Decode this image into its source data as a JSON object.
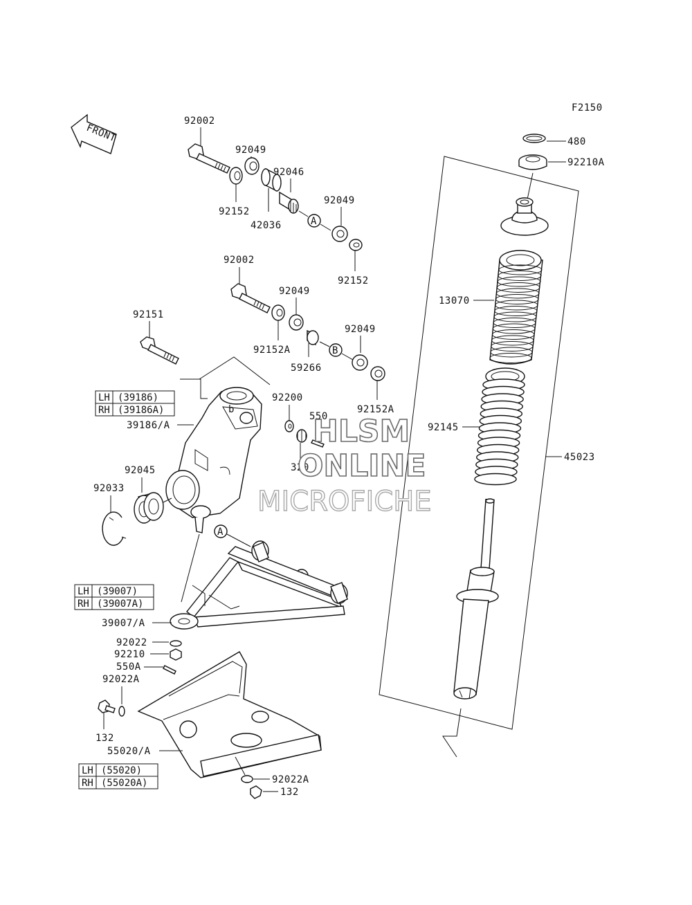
{
  "figure_code": "F2150",
  "front_arrow": "FRONT",
  "watermark": [
    "HLSM",
    "ONLINE",
    "MICROFICHE"
  ],
  "callouts": {
    "c480": "480",
    "c92210a_top": "92210A",
    "c92002_a": "92002",
    "c92049_a": "92049",
    "c92046": "92046",
    "c92152_a": "92152",
    "c42036": "42036",
    "c92049_b": "92049",
    "c92152_b": "92152",
    "c13070": "13070",
    "c92002_b": "92002",
    "c92049_c": "92049",
    "c92151": "92151",
    "c92152a_a": "92152A",
    "c92049_d": "92049",
    "c59266": "59266",
    "c92152a_b": "92152A",
    "c92200": "92200",
    "c550": "550",
    "c39186a": "39186/A",
    "c92145": "92145",
    "c45023": "45023",
    "c92045": "92045",
    "c320": "320",
    "c92033": "92033",
    "c39007a": "39007/A",
    "c92022": "92022",
    "c92210": "92210",
    "c550a": "550A",
    "c92022a_a": "92022A",
    "c132_a": "132",
    "c55020a": "55020/A",
    "c92022a_b": "92022A",
    "c132_b": "132"
  },
  "ref_marks": {
    "a1": "A",
    "b1": "B",
    "a2": "A",
    "b2": "B",
    "b_knuckle": "b"
  },
  "tables": [
    {
      "rows": [
        [
          "LH",
          "(39186)"
        ],
        [
          "RH",
          "(39186A)"
        ]
      ]
    },
    {
      "rows": [
        [
          "LH",
          "(39007)"
        ],
        [
          "RH",
          "(39007A)"
        ]
      ]
    },
    {
      "rows": [
        [
          "LH",
          "(55020)"
        ],
        [
          "RH",
          "(55020A)"
        ]
      ]
    }
  ]
}
